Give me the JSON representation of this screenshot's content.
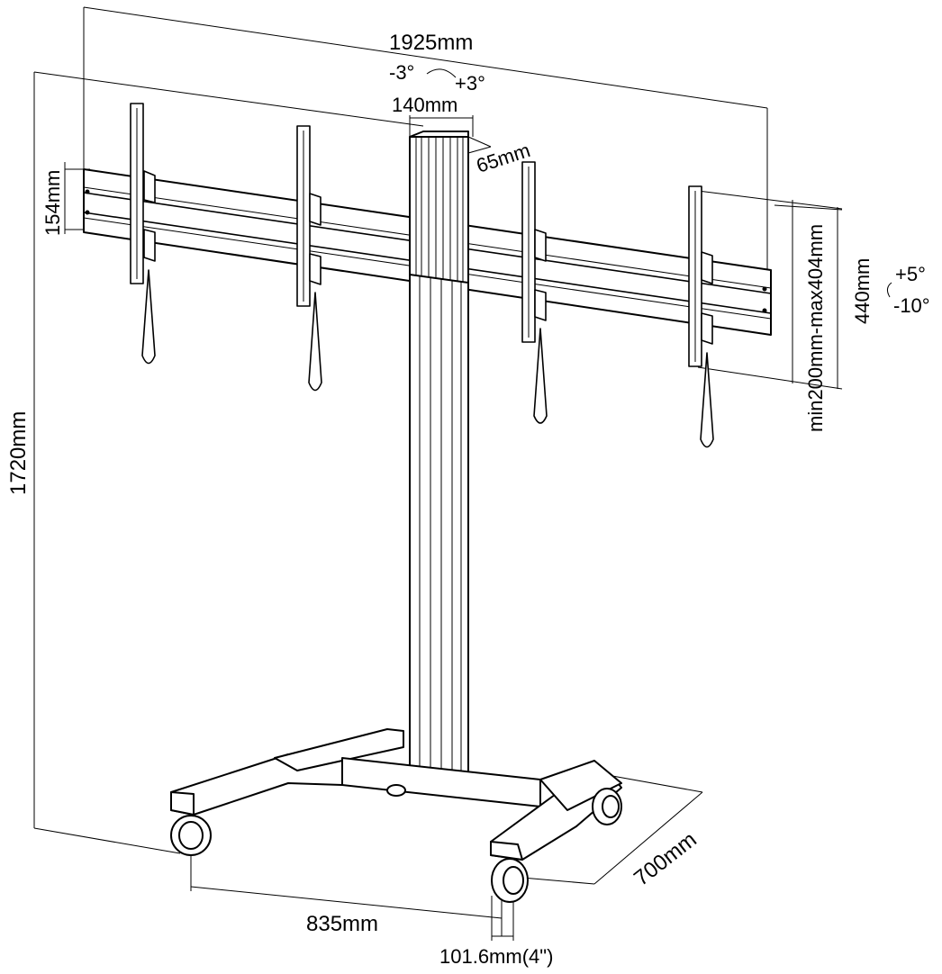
{
  "dimensions": {
    "overall_width": "1925mm",
    "tilt_pan": "-3°",
    "tilt_pan_pos": "+3°",
    "column_width": "140mm",
    "column_depth": "65mm",
    "rail_height": "154mm",
    "overall_height": "1720mm",
    "bracket_range": "min200mm-max404mm",
    "bracket_length": "440mm",
    "tilt_up": "+5°",
    "tilt_down": "-10°",
    "base_width": "835mm",
    "base_depth": "700mm",
    "caster_size": "101.6mm(4\")"
  },
  "colors": {
    "line": "#000000",
    "fill": "#ffffff"
  }
}
